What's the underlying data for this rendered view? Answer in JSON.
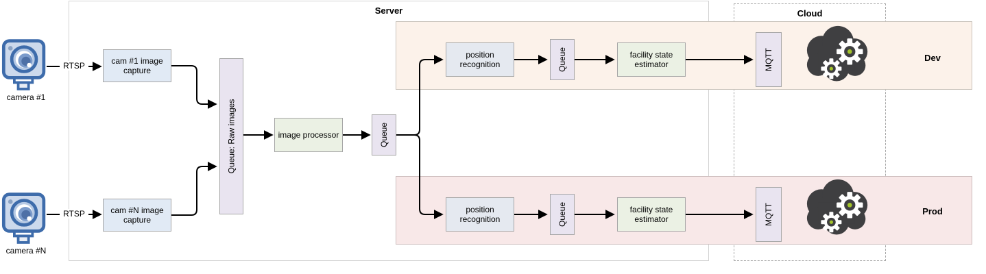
{
  "containers": {
    "server": {
      "title": "Server"
    },
    "cloud": {
      "title": "Cloud"
    }
  },
  "lanes": {
    "dev": {
      "label": "Dev"
    },
    "prod": {
      "label": "Prod"
    }
  },
  "cameras": {
    "cam1": {
      "label": "camera #1",
      "protocol": "RTSP"
    },
    "camN": {
      "label": "camera #N",
      "protocol": "RTSP"
    }
  },
  "nodes": {
    "cam1_capture": {
      "label": "cam #1 image capture"
    },
    "camN_capture": {
      "label": "cam #N image capture"
    },
    "raw_queue": {
      "label": "Queue: Raw images"
    },
    "image_processor": {
      "label": "image processor"
    },
    "queue_main": {
      "label": "Queue"
    },
    "dev_position": {
      "label": "position recognition"
    },
    "dev_queue": {
      "label": "Queue"
    },
    "dev_facility": {
      "label": "facility state estimator"
    },
    "dev_mqtt": {
      "label": "MQTT"
    },
    "prod_position": {
      "label": "position recognition"
    },
    "prod_queue": {
      "label": "Queue"
    },
    "prod_facility": {
      "label": "facility state estimator"
    },
    "prod_mqtt": {
      "label": "MQTT"
    }
  },
  "colors": {
    "node_blue": "#e1eaf5",
    "node_bluegray": "#e5e9f0",
    "node_green": "#ebf1e4",
    "node_lavender": "#e9e4f0",
    "lane_dev_fill": "#fcf2ea",
    "lane_prod_fill": "#f8e8e8",
    "camera_blue": "#3e6cab",
    "cloud_dark": "#3f3f41",
    "gear_green": "#a2c32a",
    "edge_black": "#000000"
  }
}
